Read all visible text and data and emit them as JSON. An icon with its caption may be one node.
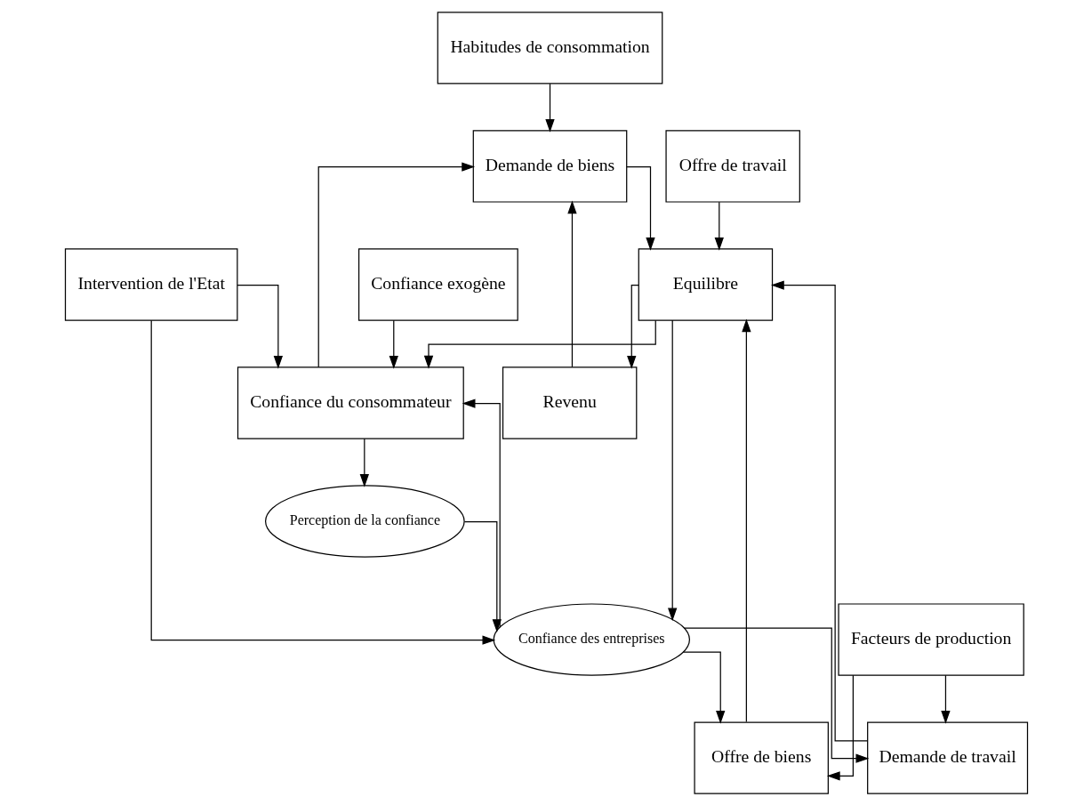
{
  "diagram": {
    "nodes": [
      {
        "text": [
          "Habitudes de consommation"
        ]
      },
      {
        "text": [
          "Revenu"
        ]
      },
      {
        "text": [
          "Confiance exogène"
        ]
      },
      {
        "text": [
          "Confiance du consommateur"
        ]
      },
      {
        "text": [
          "Offre de travail"
        ]
      },
      {
        "text": [
          "Intervention de l'Etat"
        ]
      },
      {
        "text": [
          "Demande de biens"
        ]
      },
      {
        "text": [
          "Facteurs de production"
        ]
      },
      {
        "text": [
          "Perception de la confiance"
        ]
      },
      {
        "text": [
          "Equilibre"
        ]
      },
      {
        "text": [
          "Confiance des entreprises"
        ]
      },
      {
        "text": [
          "Offre de biens"
        ]
      },
      {
        "text": [
          "Demande de travail"
        ]
      }
    ],
    "edges": [
      {
        "from": 9,
        "to": 1,
        "arrow": "to"
      },
      {
        "from": 2,
        "to": 3,
        "arrow": "to"
      },
      {
        "from": 10,
        "to": 3,
        "arrow": "to"
      },
      {
        "from": 5,
        "to": 3,
        "arrow": "to"
      },
      {
        "from": 0,
        "to": 6,
        "arrow": "to"
      },
      {
        "from": 1,
        "to": 6,
        "arrow": "to"
      },
      {
        "from": 3,
        "to": 6,
        "arrow": "to"
      },
      {
        "from": 3,
        "to": 8,
        "arrow": "to"
      },
      {
        "from": 5,
        "to": 10,
        "arrow": "to"
      },
      {
        "from": 8,
        "to": 10,
        "arrow": "to"
      },
      {
        "from": 6,
        "to": 9,
        "arrow": "to"
      },
      {
        "from": 4,
        "to": 9,
        "arrow": "to"
      },
      {
        "from": 9,
        "to": 3,
        "arrow": "to"
      },
      {
        "from": 9,
        "to": 10,
        "arrow": "to"
      },
      {
        "from": 10,
        "to": 11,
        "arrow": "to"
      },
      {
        "from": 10,
        "to": 12,
        "arrow": "to"
      },
      {
        "from": 7,
        "to": 11,
        "arrow": "to"
      },
      {
        "from": 7,
        "to": 12,
        "arrow": "to"
      },
      {
        "from": 11,
        "to": 9,
        "arrow": "to"
      },
      {
        "from": 12,
        "to": 9,
        "arrow": "to"
      }
    ]
  }
}
